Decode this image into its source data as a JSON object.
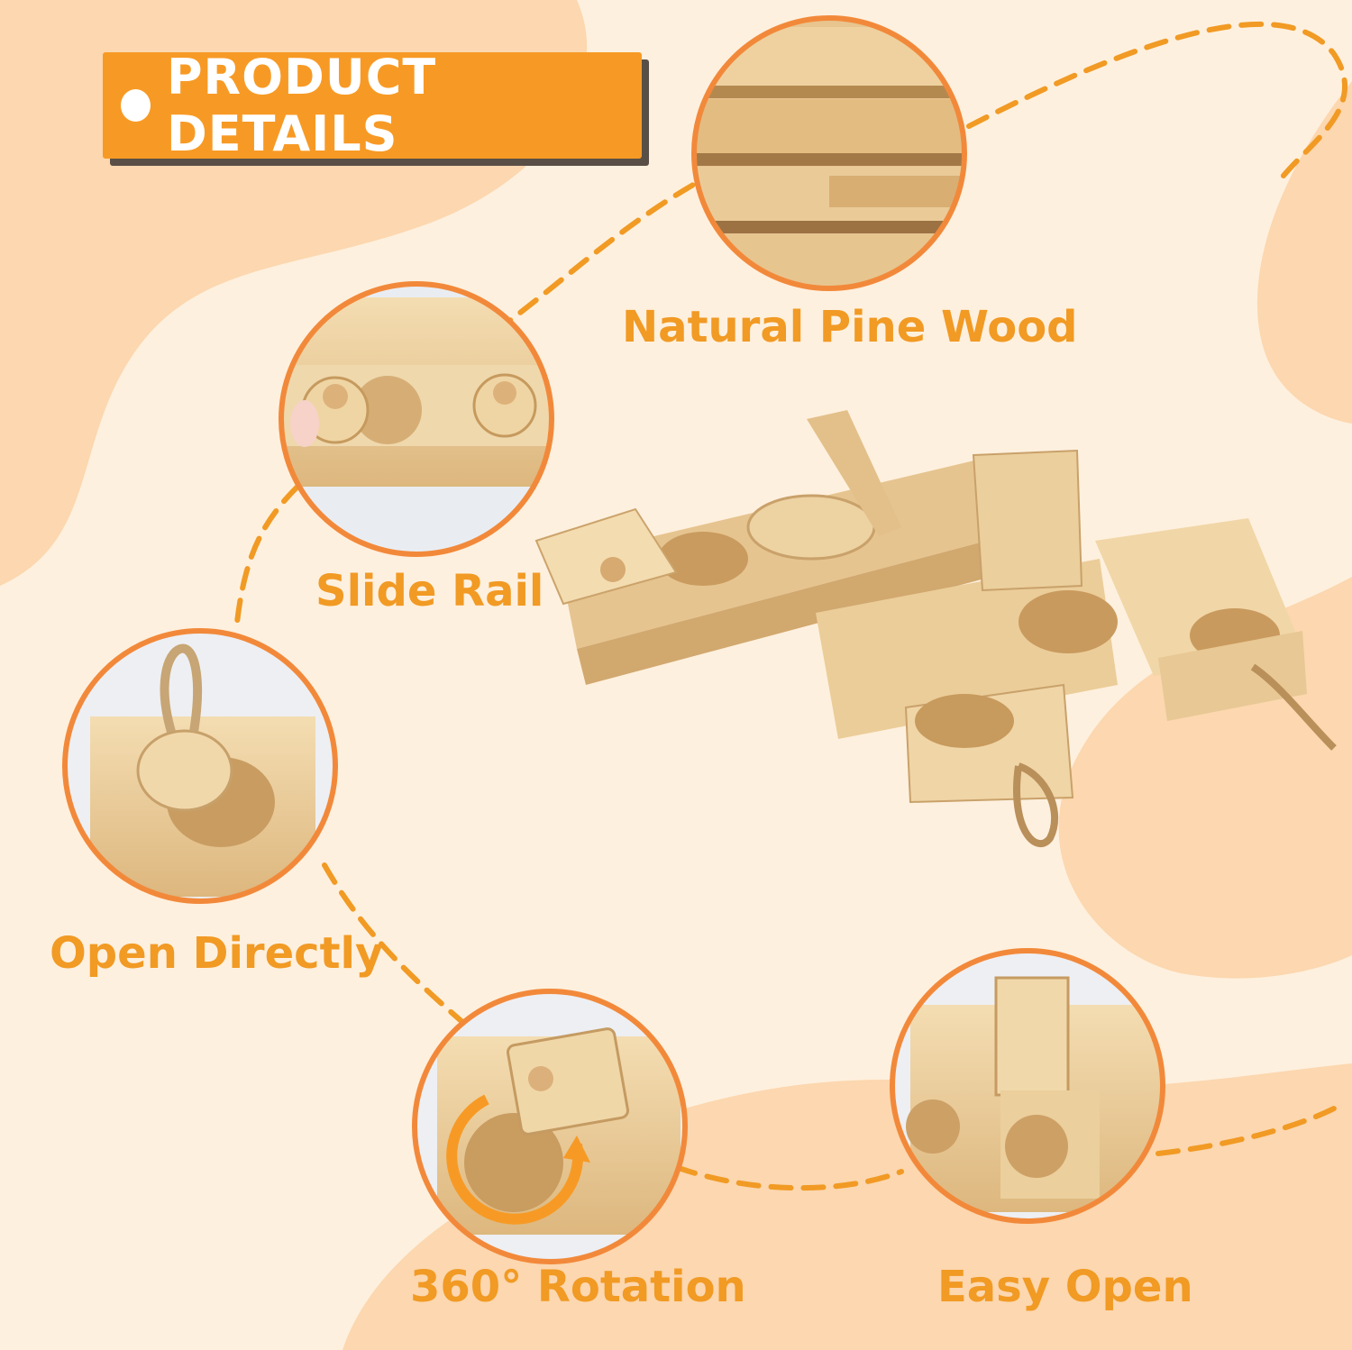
{
  "header": {
    "title": "PRODUCT DETAILS"
  },
  "features": [
    {
      "label": "Natural Pine Wood"
    },
    {
      "label": "Slide Rail"
    },
    {
      "label": "Open Directly"
    },
    {
      "label": "360° Rotation"
    },
    {
      "label": "Easy Open"
    }
  ],
  "colors": {
    "accent": "#F79A25",
    "caption": "#F19A24",
    "background_light": "#FEF0DE",
    "background_blob": "#FCD7AF",
    "shadow": "#5A4F47"
  }
}
